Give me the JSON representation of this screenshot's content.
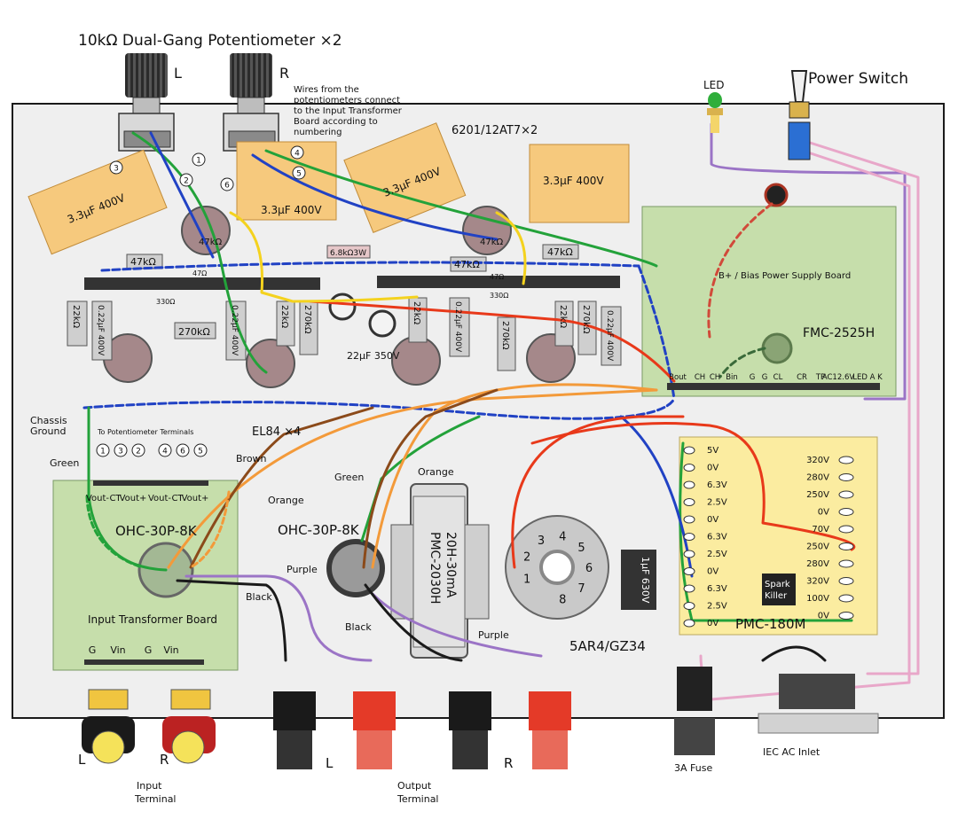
{
  "labels": {
    "pot_title": "10kΩ Dual-Gang Potentiometer ×2",
    "pot_L": "L",
    "pot_R": "R",
    "wires_note": [
      "Wires from the",
      "potentiometers connect",
      "to the Input Transformer",
      "Board according to",
      "numbering"
    ],
    "tube_input": "6201/12AT7×2",
    "led": "LED",
    "power_switch": "Power Switch",
    "bplus_board": "B+ / Bias Power Supply Board",
    "fmc": "FMC-2525H",
    "chassis_ground": [
      "Chassis",
      "Ground"
    ],
    "to_pot_terminals": "To Potentiometer Terminals",
    "el84": "EL84 ×4",
    "green": "Green",
    "brown": "Brown",
    "orange": "Orange",
    "purple": "Purple",
    "black": "Black",
    "ohc_left": "OHC-30P-8K",
    "ohc_right": "OHC-30P-8K",
    "input_tx_board": "Input Transformer Board",
    "choke_line1": "20H-30mA",
    "choke_line2": "PMC-2030H",
    "rectifier": "5AR4/GZ34",
    "pmc180": "PMC-180M",
    "spark_killer": [
      "Spark",
      "Killer"
    ],
    "fuse": "3A Fuse",
    "iec": "IEC AC Inlet",
    "input_terminal": [
      "Input",
      "Terminal"
    ],
    "output_terminal": [
      "Output",
      "Terminal"
    ],
    "term_L": "L",
    "term_R": "R",
    "cap_33_400": "3.3μF 400V",
    "cap_33_400b": "3.3μF 400V",
    "cap_33_400c": "3.3μF 400V",
    "cap_33_400d": "3.3μF 400V",
    "res_47k": "47kΩ",
    "res_47kb": "47kΩ",
    "res_47kc": "47kΩ",
    "res_68k": "6.8kΩ3W",
    "res_270k": "270kΩ",
    "cap_22_350": "22μF 350V",
    "cap_1_630": "1μF 630V",
    "res_22k": "22kΩ",
    "res_270kv": "270kΩ",
    "cap_022": "0.22μF 400V",
    "pot_47k": "47kΩ",
    "res_47o": "47Ω",
    "res_330": "330Ω"
  },
  "pot_numbers": [
    "1",
    "2",
    "3",
    "4",
    "5",
    "6"
  ],
  "tx_terminals_top": [
    "Vout-",
    "CT",
    "Vout+",
    "Vout-",
    "CT",
    "Vout+"
  ],
  "tx_terminal_nums": [
    "1",
    "3",
    "2",
    "4",
    "6",
    "5"
  ],
  "tx_terminals_bottom": [
    "G",
    "Vin",
    "G",
    "Vin"
  ],
  "bplus_terminals": [
    "Bout",
    "CH",
    "CH",
    "Bin",
    "G",
    "G",
    "CL",
    "CR",
    "TP",
    "AC12.6V",
    "LED A K"
  ],
  "pmc_left_taps": [
    "5V",
    "0V",
    "6.3V",
    "2.5V",
    "0V",
    "6.3V",
    "2.5V",
    "0V",
    "6.3V",
    "2.5V",
    "0V"
  ],
  "pmc_right_taps": [
    "320V",
    "280V",
    "250V",
    "0V",
    "70V",
    "250V",
    "280V",
    "320V",
    "100V",
    "0V"
  ],
  "rectifier_pins": [
    "1",
    "2",
    "3",
    "4",
    "5",
    "6",
    "7",
    "8"
  ],
  "colors": {
    "board_green": "#c6deab",
    "cap_orange": "#f6c97d",
    "pmc_yellow": "#fbeca0",
    "wire_green": "#23a23a",
    "wire_blue": "#2142c4",
    "wire_red": "#e8391a",
    "wire_orange": "#f39a3a",
    "wire_brown": "#8b4a1a",
    "wire_purple": "#9b74c6",
    "wire_pink": "#e8a7c9",
    "wire_yellow": "#f4d21e",
    "wire_black": "#1a1a1a"
  }
}
